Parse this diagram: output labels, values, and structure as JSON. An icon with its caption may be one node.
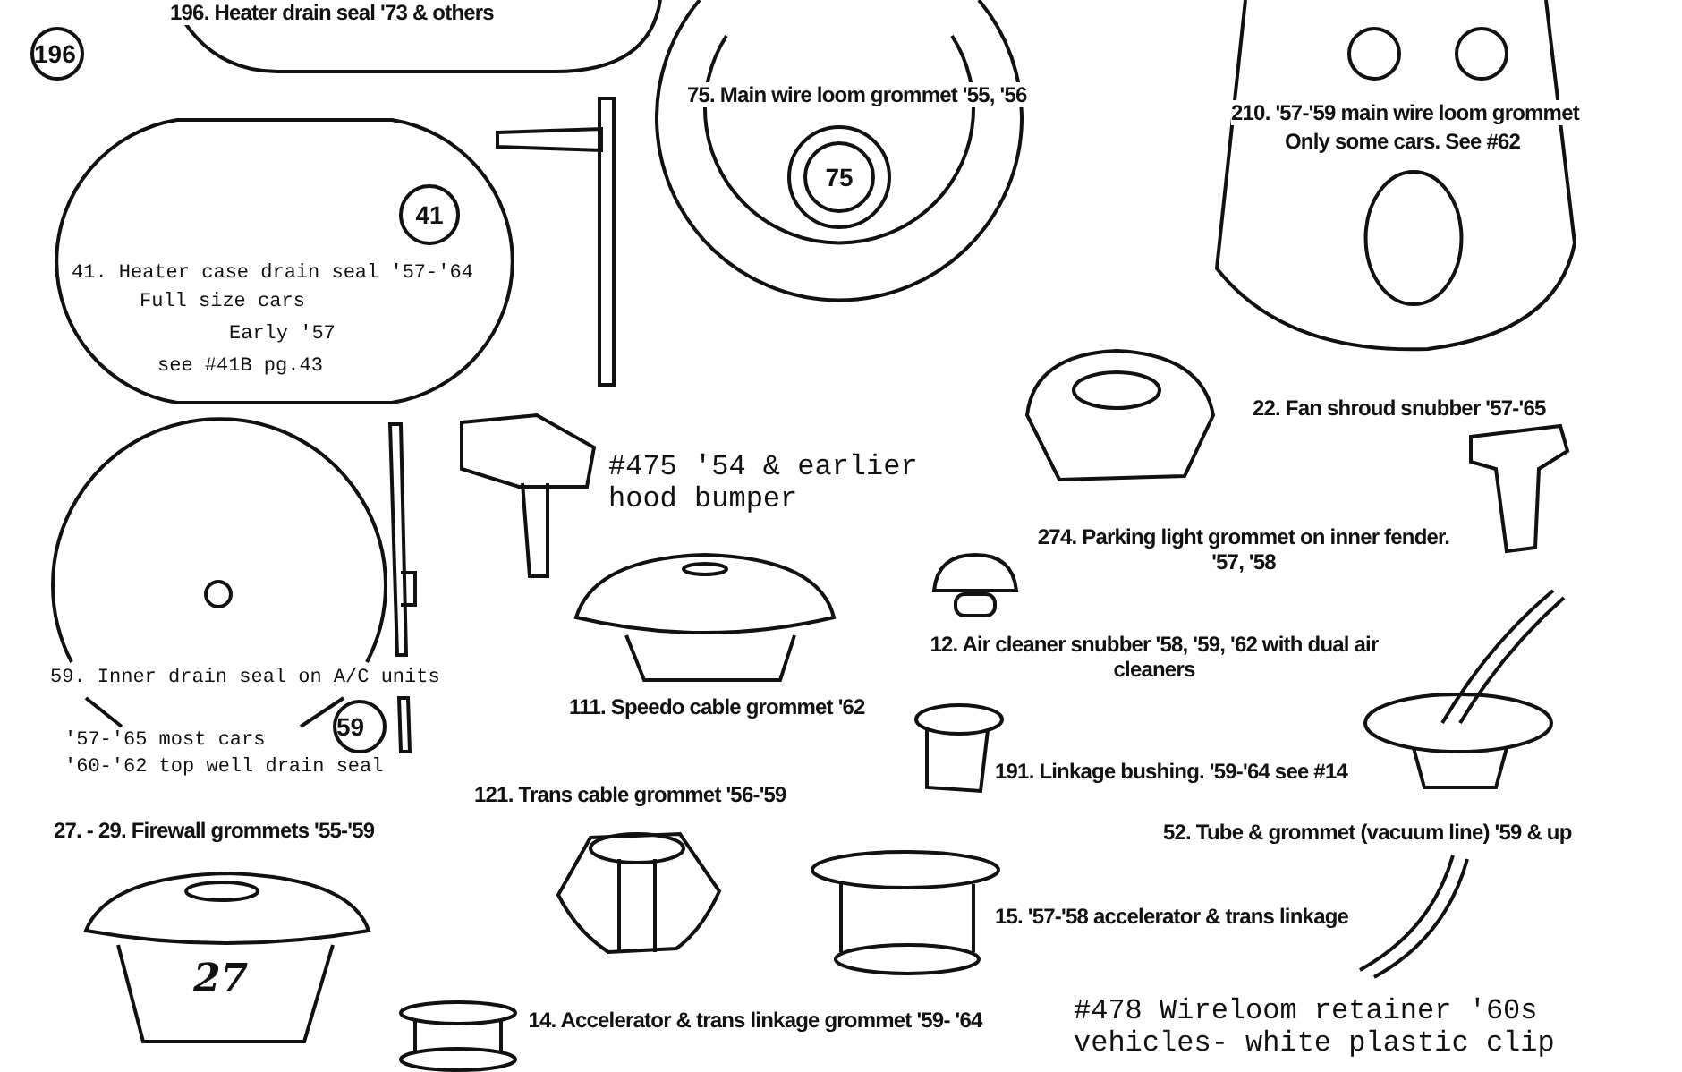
{
  "diagram": {
    "nodes": [
      {
        "text": [
          "196. Heater drain seal '73 & others"
        ]
      },
      {
        "text": [
          "41",
          "41. Heater case drain seal '57-'64",
          "Full size cars",
          "Early '57",
          "see #41B pg.43"
        ]
      },
      {
        "text": [
          "75. Main wire loom grommet '55, '56",
          "75"
        ]
      },
      {
        "text": [
          "210. '57-'59 main wire loom grommet",
          "Only some cars. See #62"
        ]
      }
    ],
    "labels": [
      "196",
      "#475 '54 & earlier hood bumper",
      "22. Fan shroud snubber '57-'65",
      "274. Parking light grommet on inner fender. '57, '58",
      "12. Air cleaner snubber '58, '59, '62 with dual air cleaners",
      "59. Inner drain seal on A/C units",
      "'57-'65 most cars",
      "'60-'62 top well drain seal",
      "59",
      "111. Speedo cable grommet '62",
      "191. Linkage bushing. '59-'64 see #14",
      "121. Trans cable grommet '56-'59",
      "27. - 29. Firewall grommets '55-'59",
      "52. Tube & grommet (vacuum line) '59 & up",
      "15. '57-'58 accelerator & trans linkage",
      "27",
      "14. Accelerator & trans linkage grommet '59- '64",
      "#478 Wireloom retainer '60s vehicles- white plastic clip"
    ]
  }
}
